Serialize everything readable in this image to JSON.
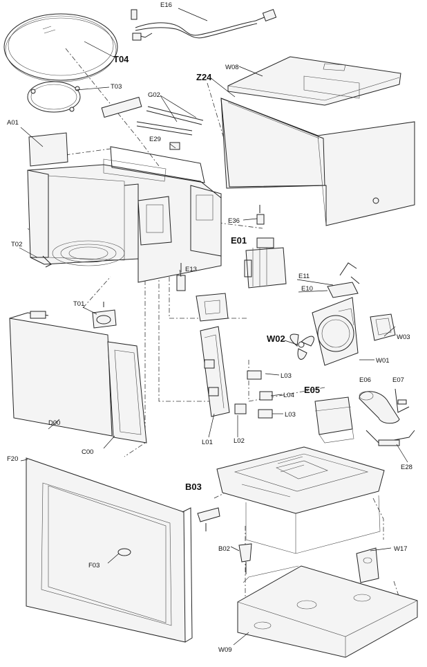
{
  "labels": {
    "E16": "E16",
    "T04": "T04",
    "T03": "T03",
    "G02": "G02",
    "W08": "W08",
    "Z24": "Z24",
    "A01": "A01",
    "E29": "E29",
    "T02": "T02",
    "E36": "E36",
    "E01": "E01",
    "E13": "E13",
    "E11": "E11",
    "E10": "E10",
    "T01": "T01",
    "W02": "W02",
    "W03": "W03",
    "W01": "W01",
    "L03a": "L03",
    "L04": "L04",
    "L03b": "L03",
    "E05": "E05",
    "E06": "E06",
    "E07": "E07",
    "D00": "D00",
    "C00": "C00",
    "L01": "L01",
    "L02": "L02",
    "F20": "F20",
    "E28": "E28",
    "B03": "B03",
    "B02": "B02",
    "W17": "W17",
    "F03": "F03",
    "W09": "W09"
  }
}
